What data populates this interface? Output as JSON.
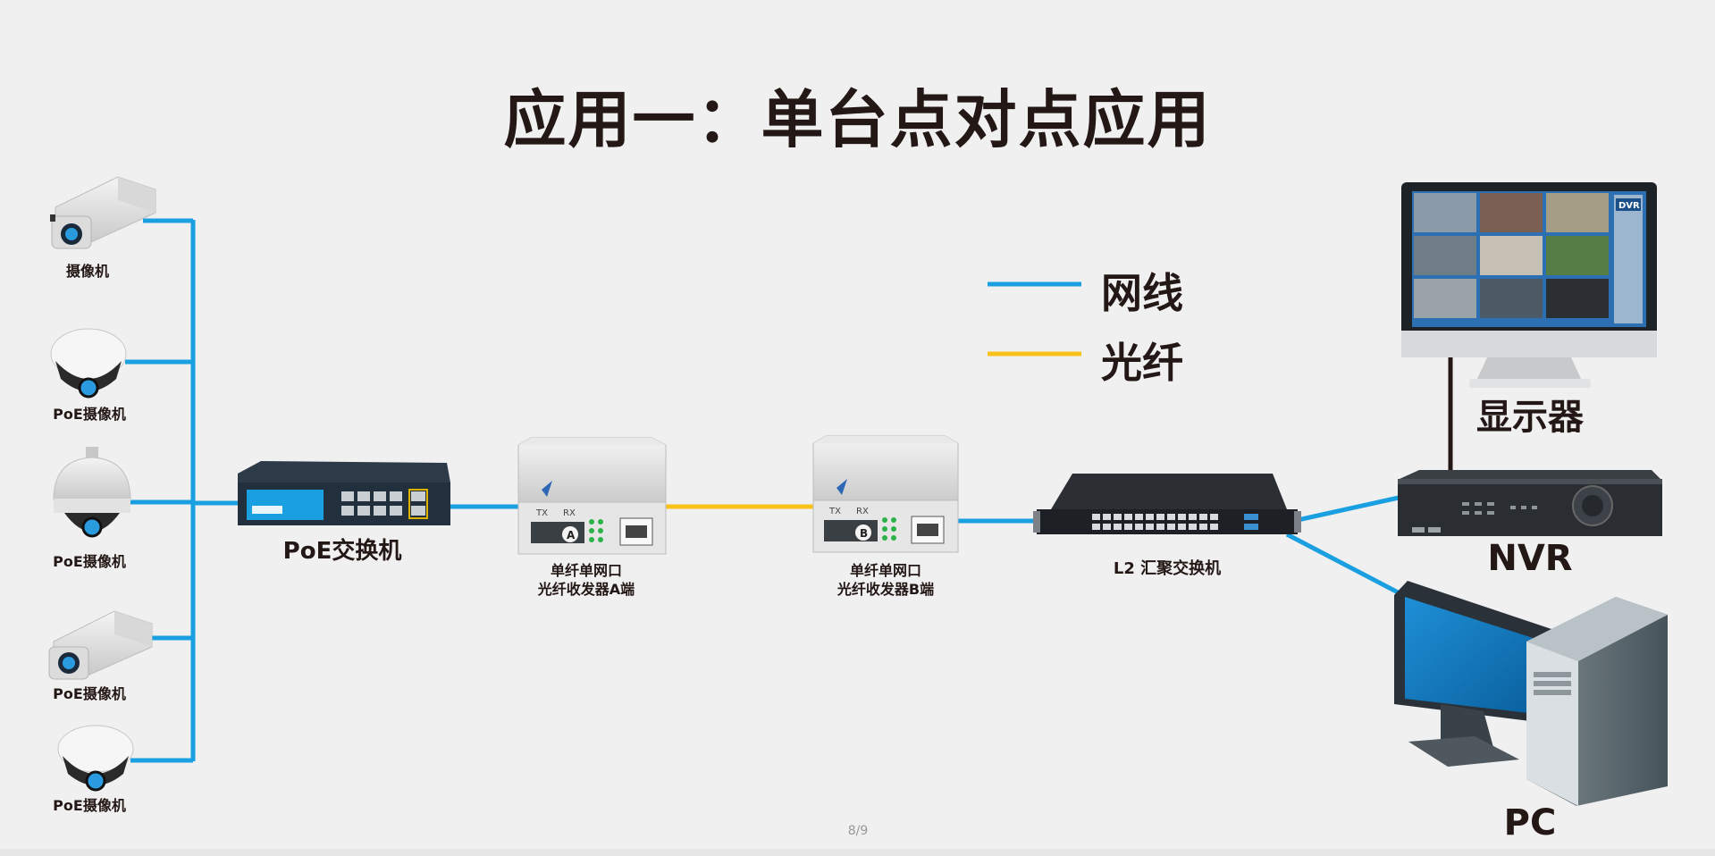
{
  "title": "应用一：单台点对点应用",
  "legend": {
    "network_cable": "网线",
    "fiber": "光纤"
  },
  "cameras": [
    {
      "label": "摄像机"
    },
    {
      "label": "PoE摄像机"
    },
    {
      "label": "PoE摄像机"
    },
    {
      "label": "PoE摄像机"
    },
    {
      "label": "PoE摄像机"
    }
  ],
  "devices": {
    "poe_switch": "PoE交换机",
    "transceiver_a_line1": "单纤单网口",
    "transceiver_a_line2": "光纤收发器A端",
    "transceiver_b_line1": "单纤单网口",
    "transceiver_b_line2": "光纤收发器B端",
    "l2_switch": "L2 汇聚交换机",
    "monitor": "显示器",
    "nvr": "NVR",
    "pc": "PC"
  },
  "device_markings": {
    "tx": "TX",
    "rx": "RX",
    "port_a": "A",
    "port_b": "B",
    "dvr": "DVR"
  },
  "colors": {
    "network_cable": "#1a9fe0",
    "fiber": "#f8c21b",
    "monitor_cable": "#231815"
  },
  "page_indicator": "8/9"
}
